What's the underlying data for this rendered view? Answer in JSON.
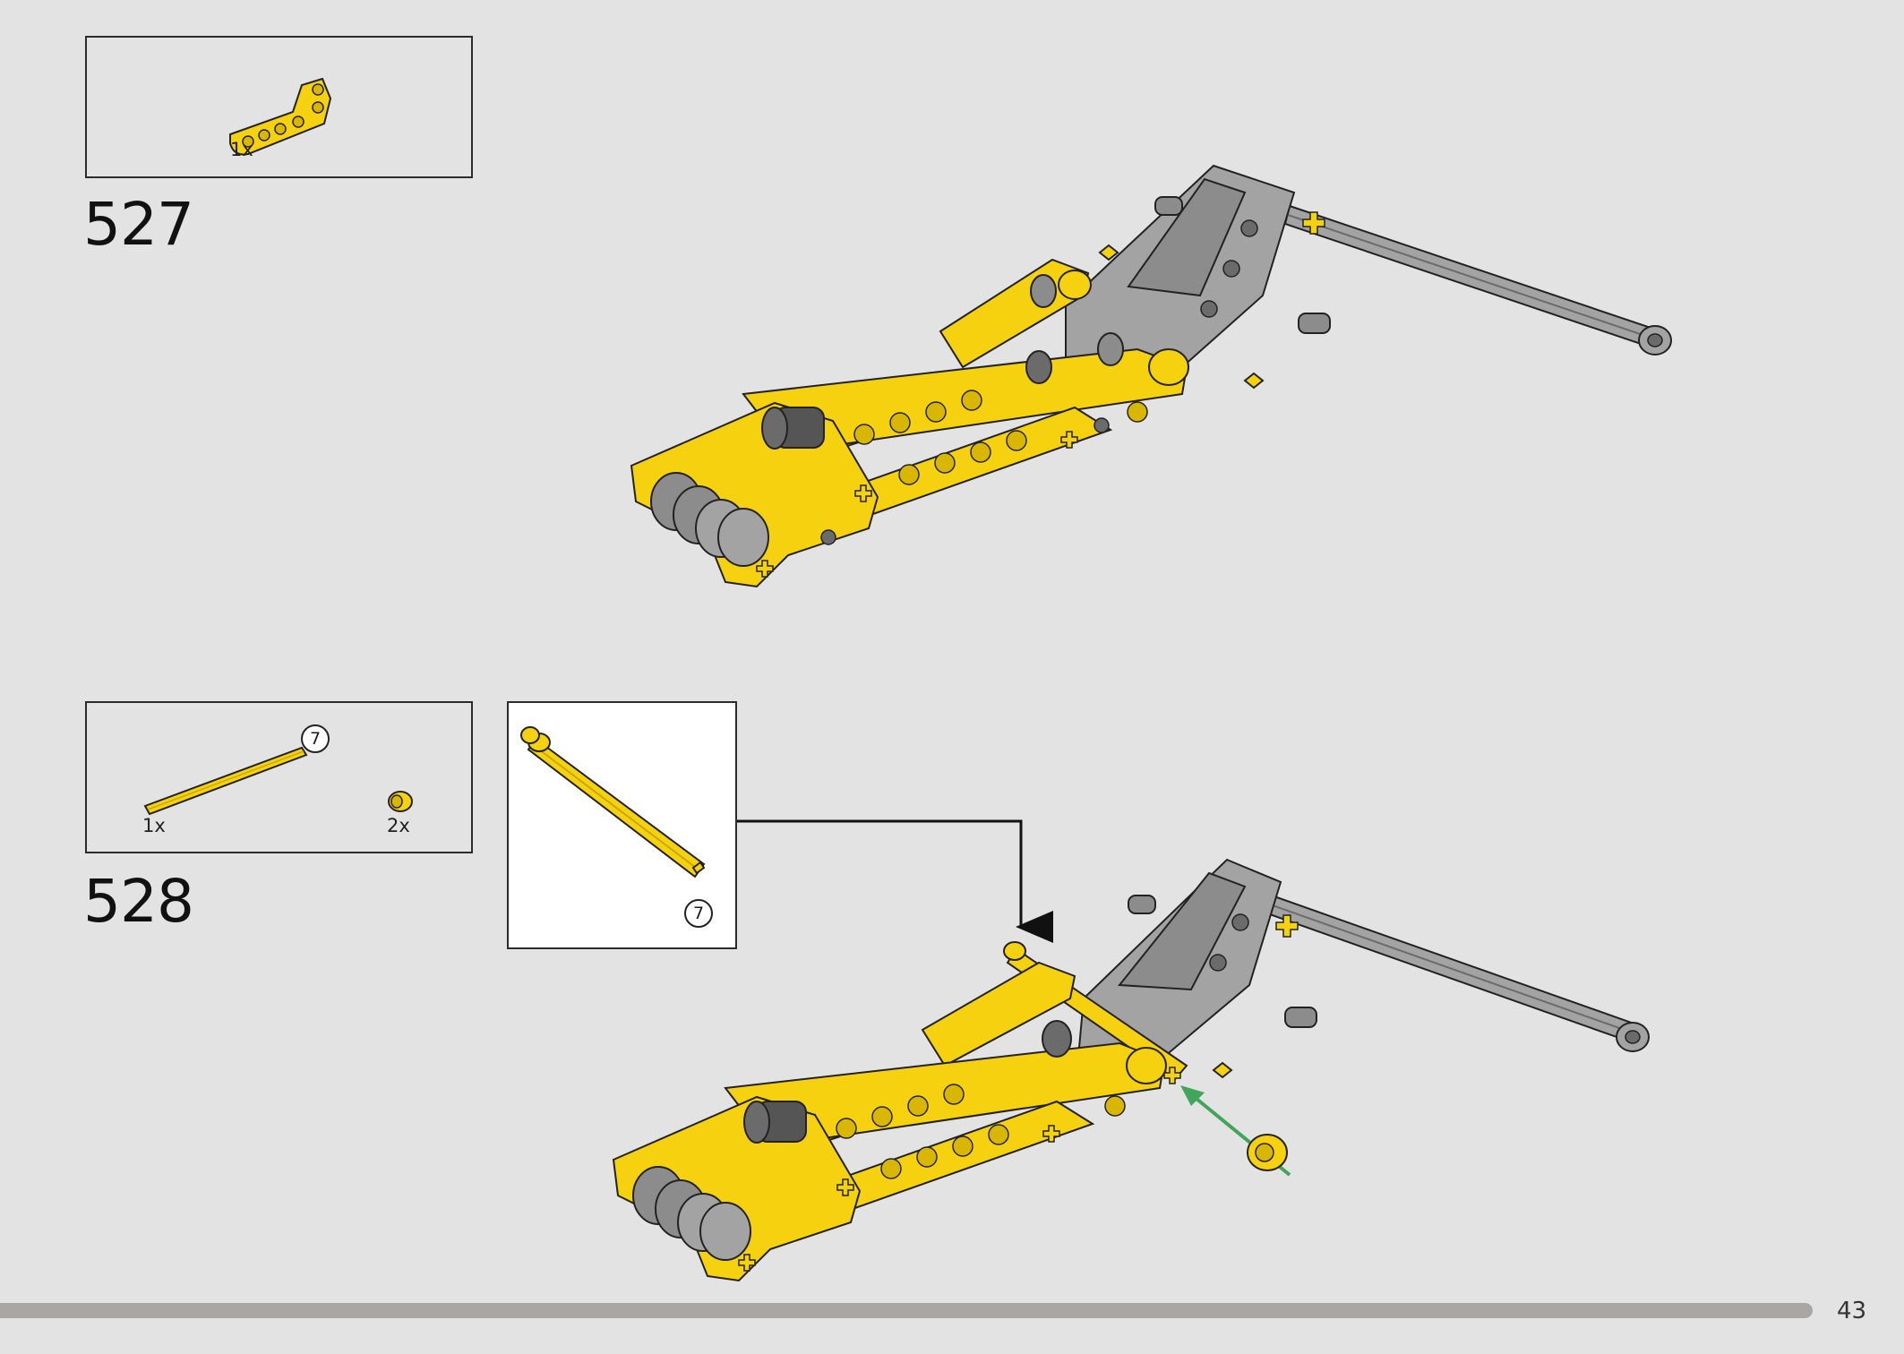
{
  "page_number": "43",
  "steps": [
    {
      "number": "527",
      "parts": [
        {
          "quantity": "1x",
          "part": "yellow-bent-liftarm"
        }
      ]
    },
    {
      "number": "528",
      "parts": [
        {
          "quantity": "1x",
          "part": "yellow-axle",
          "length_label": "7"
        },
        {
          "quantity": "2x",
          "part": "yellow-bush"
        }
      ],
      "callout": {
        "part": "yellow-axle-with-stop",
        "length_label": "7"
      }
    }
  ],
  "colors": {
    "background": "#e3e3e3",
    "lego_yellow": "#f5d10f",
    "lego_dark_gray": "#6b6b6b",
    "lego_light_gray": "#a3a3a3",
    "green_arrow": "#3fa65a"
  }
}
